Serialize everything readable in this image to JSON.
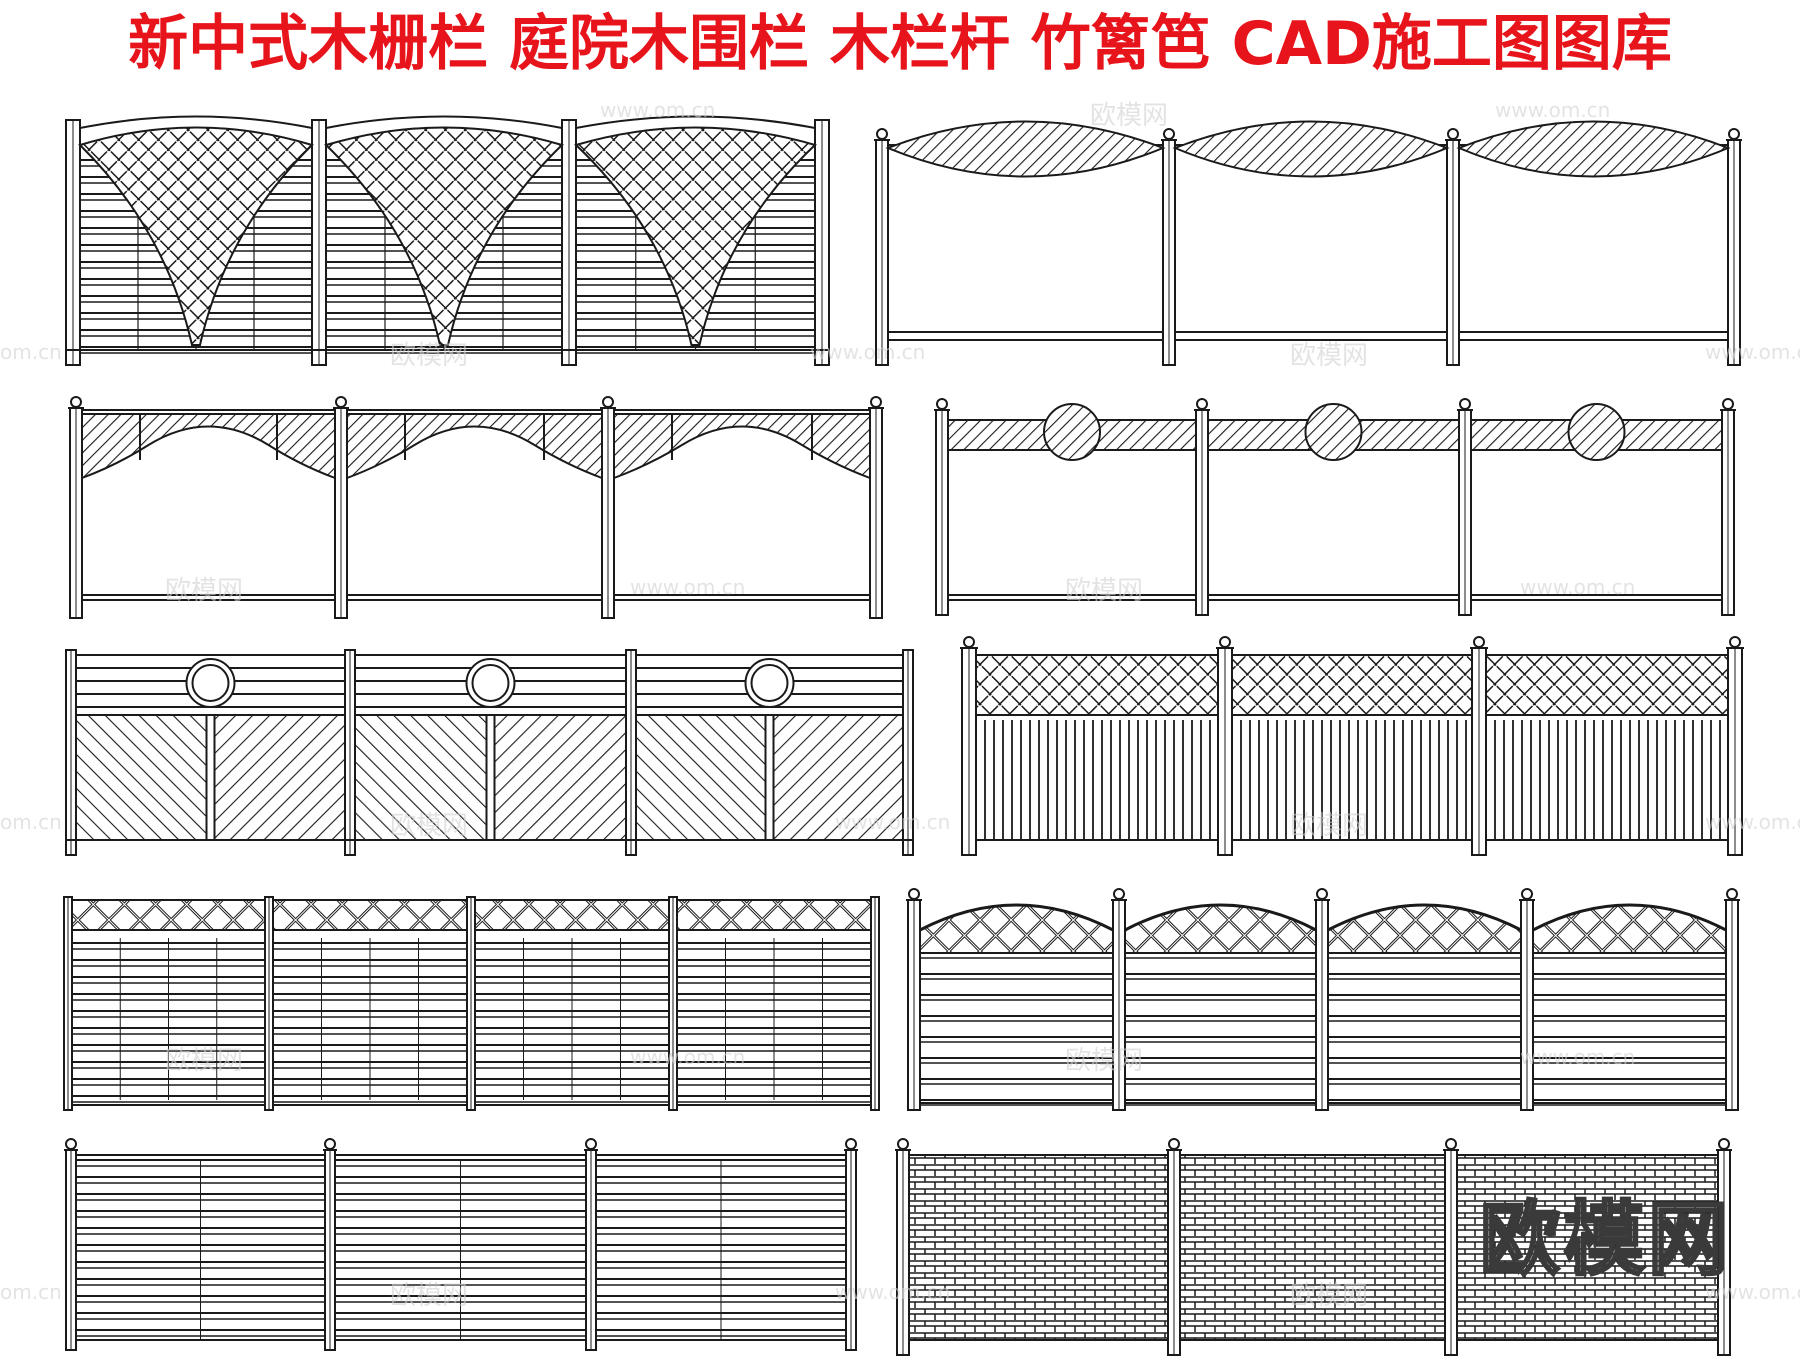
{
  "title": "新中式木栅栏 庭院木围栏 木栏杆 竹篱笆 CAD施工图图库",
  "watermark": {
    "brand": "欧模网",
    "url": "www.om.cn",
    "url_partial": "om.cn"
  },
  "colors": {
    "title": "#e8141b",
    "line": "#1a1a1a",
    "background": "#ffffff"
  },
  "drawings": [
    {
      "name": "fence-arched-lattice-horizontal-slats",
      "panels": 3
    },
    {
      "name": "fence-oval-lattice-posts",
      "panels": 3
    },
    {
      "name": "fence-wave-lattice-posts",
      "panels": 3
    },
    {
      "name": "fence-circle-lattice-posts",
      "panels": 3
    },
    {
      "name": "fence-round-window-diagonal-slats",
      "panels": 3
    },
    {
      "name": "fence-lattice-top-vertical-pickets",
      "panels": 3
    },
    {
      "name": "fence-diamond-top-horizontal-slats",
      "panels": 4
    },
    {
      "name": "fence-arched-trellis-horizontal-boards",
      "panels": 4
    },
    {
      "name": "fence-horizontal-slats-posts",
      "panels": 3
    },
    {
      "name": "fence-woven-grid-posts",
      "panels": 3
    }
  ]
}
